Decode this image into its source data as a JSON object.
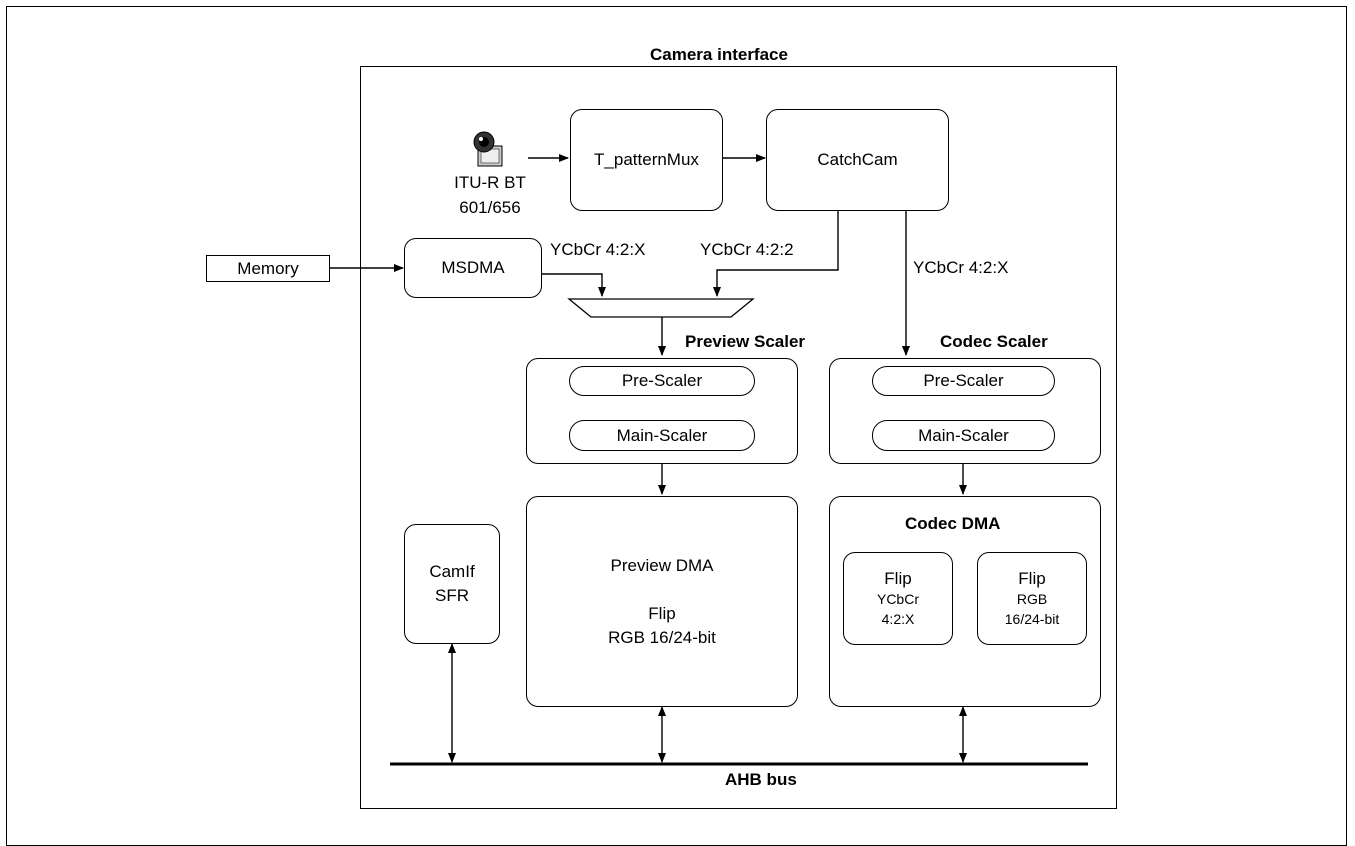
{
  "title": "Camera interface",
  "source": {
    "label_line1": "ITU-R BT",
    "label_line2": "601/656",
    "icon": "camera-icon"
  },
  "blocks": {
    "t_pattern_mux": "T_patternMux",
    "catch_cam": "CatchCam",
    "memory": "Memory",
    "msdma": "MSDMA",
    "camif_sfr_line1": "CamIf",
    "camif_sfr_line2": "SFR"
  },
  "signals": {
    "msdma_out": "YCbCr 4:2:X",
    "catchcam_to_preview": "YCbCr 4:2:2",
    "catchcam_to_codec": "YCbCr 4:2:X"
  },
  "preview": {
    "scaler_title": "Preview Scaler",
    "pre_scaler": "Pre-Scaler",
    "main_scaler": "Main-Scaler",
    "dma_line1": "Preview DMA",
    "dma_line2": "Flip",
    "dma_line3": "RGB 16/24-bit"
  },
  "codec": {
    "scaler_title": "Codec Scaler",
    "pre_scaler": "Pre-Scaler",
    "main_scaler": "Main-Scaler",
    "dma_title": "Codec DMA",
    "flip_ycbcr_title": "Flip",
    "flip_ycbcr_line1": "YCbCr",
    "flip_ycbcr_line2": "4:2:X",
    "flip_rgb_title": "Flip",
    "flip_rgb_line1": "RGB",
    "flip_rgb_line2": "16/24-bit"
  },
  "bus": {
    "label": "AHB bus"
  }
}
